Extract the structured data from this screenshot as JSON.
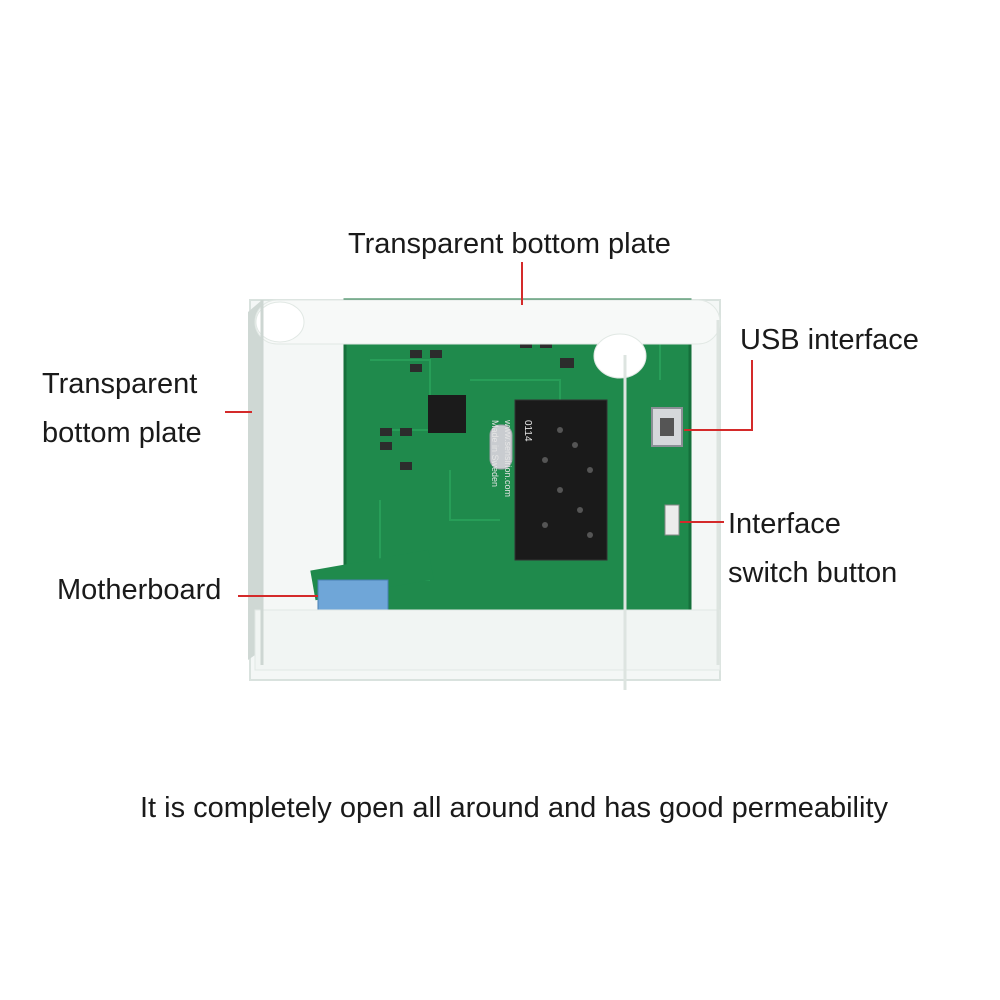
{
  "labels": {
    "top_plate": "Transparent bottom plate",
    "left_plate_line1": "Transparent",
    "left_plate_line2": "bottom plate",
    "usb": "USB interface",
    "switch_line1": "Interface",
    "switch_line2": "switch button",
    "motherboard": "Motherboard"
  },
  "caption": "It is completely open all around and has good permeability",
  "board_print": {
    "module_text": "www.sensirion.com",
    "module_code": "0114",
    "made_in": "Made in Sweden"
  },
  "colors": {
    "pcb": "#1f8a4c",
    "pcb_dark": "#15703b",
    "leader_line": "#d42a2a",
    "acrylic": "#eef3f1",
    "sensor": "#6fa6d8"
  }
}
